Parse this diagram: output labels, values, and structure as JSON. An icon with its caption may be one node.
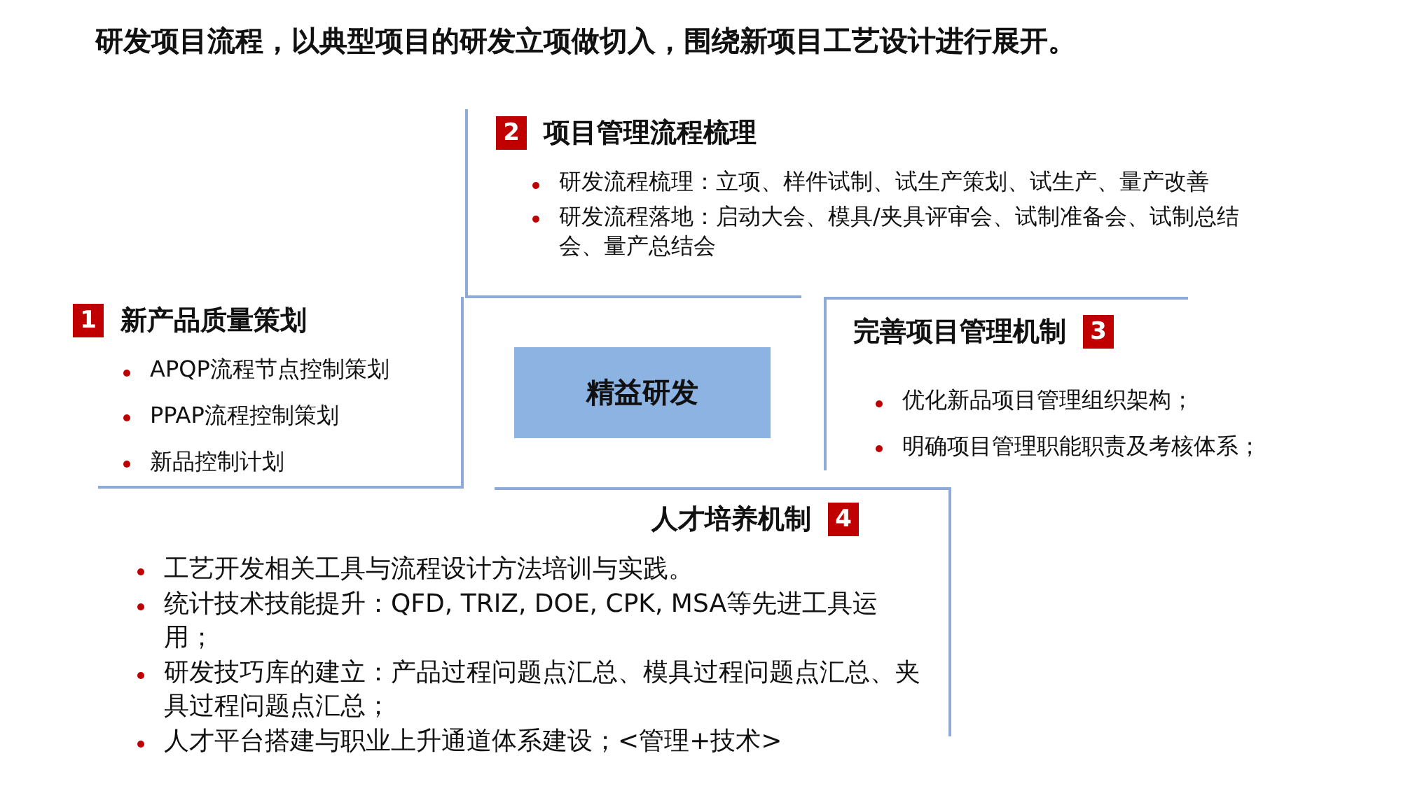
{
  "diagram": {
    "title": "研发项目流程，以典型项目的研发立项做切入，围绕新项目工艺设计进行展开。",
    "nodes": [
      {
        "text": [
          "2",
          "项目管理流程梳理",
          "研发流程梳理：立项、样件试制、试生产策划、试生产、量产改善",
          "研发流程落地：启动大会、模具/夹具评审会、试制准备会、试制总结会、量产总结会"
        ]
      },
      {
        "text": [
          "1",
          "新产品质量策划",
          "APQP流程节点控制策划",
          "PPAP流程控制策划",
          "新品控制计划"
        ]
      },
      {
        "text": [
          "精益研发"
        ]
      },
      {
        "text": [
          "3",
          "完善项目管理机制",
          "优化新品项目管理组织架构；",
          "明确项目管理职能职责及考核体系；"
        ]
      },
      {
        "text": [
          "4",
          "人才培养机制",
          "工艺开发相关工具与流程设计方法培训与实践。",
          "统计技术技能提升：QFD, TRIZ, DOE, CPK, MSA等先进工具运用；",
          "研发技巧库的建立：产品过程问题点汇总、模具过程问题点汇总、夹具过程问题点汇总；",
          "人才平台搭建与职业上升通道体系建设；<管理+技术>"
        ]
      }
    ],
    "edges": []
  }
}
